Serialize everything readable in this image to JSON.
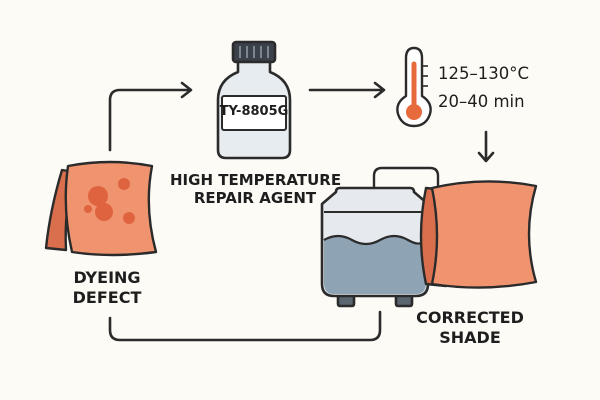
{
  "diagram": {
    "bottle_code": "TY-8805G",
    "agent_label": [
      "HIGH TEMPERATURE",
      "REPAIR AGENT"
    ],
    "defect_label": [
      "DYEING",
      "DEFECT"
    ],
    "corrected_label": [
      "CORRECTED",
      "SHADE"
    ],
    "temperature": "125–130°C",
    "duration": "20–40 min"
  },
  "colors": {
    "outline": "#2b2b2b",
    "fabric": "#f0946f",
    "fabric_dark": "#d96f4d",
    "fabric_spot": "#e0633f",
    "bottle": "#e7ecf0",
    "bottle_cap": "#3b4149",
    "machine_body": "#e6eaee",
    "water": "#8ea3b4",
    "thermometer_red": "#e66a3b",
    "background": "#fdfbf6"
  },
  "icons": {
    "defect_fabric": "fabric-swatch-icon",
    "repair_bottle": "chemical-bottle-icon",
    "thermometer": "thermometer-icon",
    "dye_machine": "dyeing-vessel-icon",
    "corrected_fabric": "fabric-swatch-icon"
  }
}
